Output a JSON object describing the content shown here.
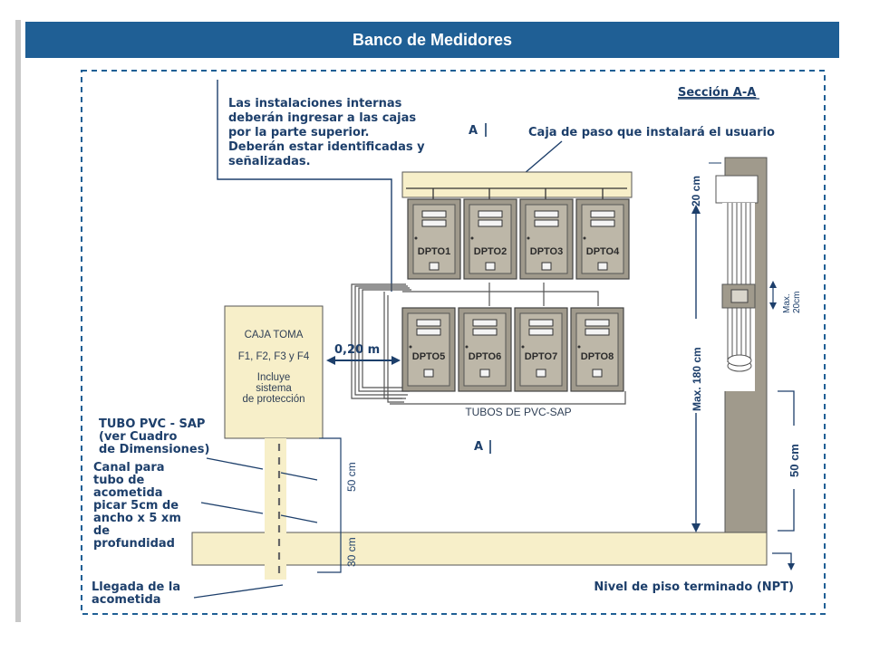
{
  "header": {
    "title": "Banco de Medidores"
  },
  "diagram": {
    "section_label": "Sección A-A",
    "note_lines": [
      "Las instalaciones internas",
      "deberán ingresar a las cajas",
      "por la parte superior.",
      "Deberán estar identificadas y",
      "señalizadas."
    ],
    "section_mark_top": "A",
    "section_mark_bottom": "A",
    "junction_box_label": "Caja de paso que instalará el usuario",
    "meters_top": [
      "DPTO1",
      "DPTO2",
      "DPTO3",
      "DPTO4"
    ],
    "meters_bottom": [
      "DPTO5",
      "DPTO6",
      "DPTO7",
      "DPTO8"
    ],
    "caja_toma": {
      "title": "CAJA TOMA",
      "line2": "F1, F2, F3 y F4",
      "line3": "Incluye",
      "line4": "sistema",
      "line5": "de protección"
    },
    "distance_label": "0,20 m",
    "tubes_label": "TUBOS DE PVC-SAP",
    "tubo_label_lines": [
      "TUBO PVC - SAP",
      "(ver Cuadro",
      "de Dimensiones)"
    ],
    "canal_label_lines": [
      "Canal para",
      "tubo de",
      "acometida",
      "picar 5cm de",
      "ancho x 5 xm",
      "de",
      "profundidad"
    ],
    "llegada_label_lines": [
      "Llegada de la",
      "acometida"
    ],
    "dim_50cm_left": "50 cm",
    "dim_30cm": "30 cm",
    "dim_20cm": "20 cm",
    "dim_max20_lines": [
      "Max.",
      "20cm"
    ],
    "dim_max180": "Max. 180 cm",
    "dim_50cm_right": "50 cm",
    "npt_label": "Nivel de piso terminado (NPT)",
    "colors": {
      "header_bg": "#1f5f95",
      "text_blue": "#1d3f6b",
      "box_fill": "#f7efc9",
      "meter_fill": "#a09a8c",
      "dash": "#1f5f95"
    }
  }
}
